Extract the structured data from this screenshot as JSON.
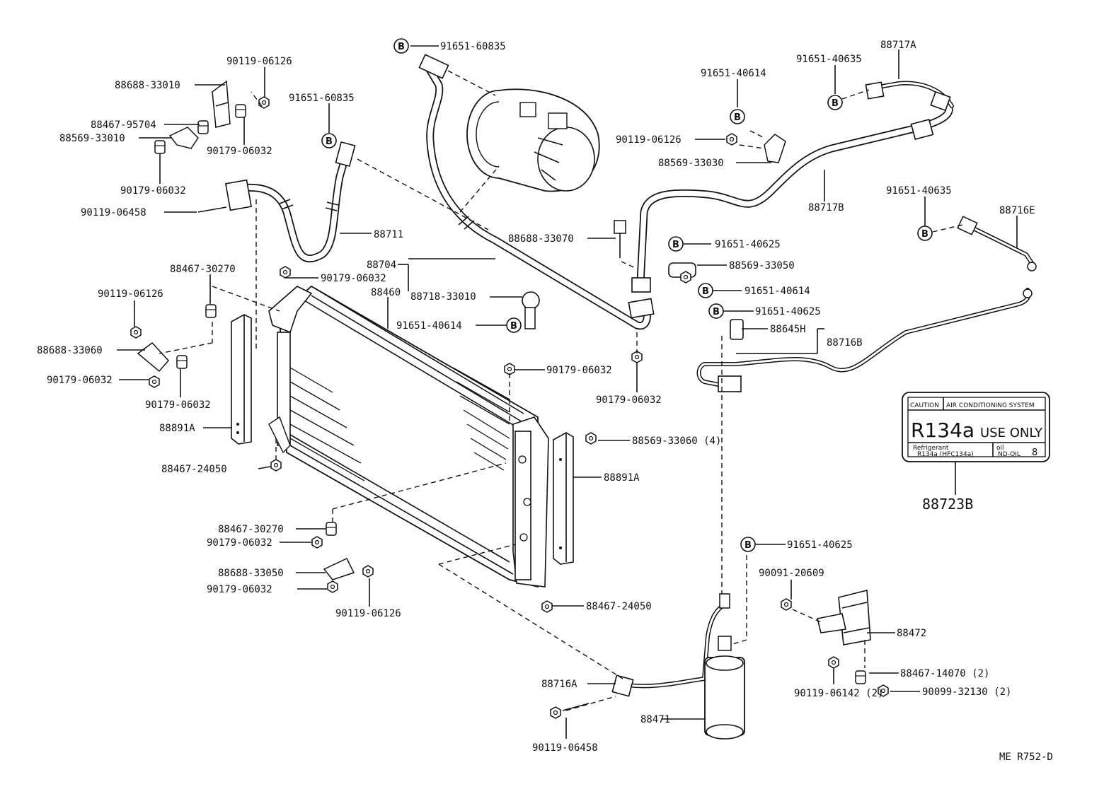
{
  "diagram_id": "ME R752-D",
  "marker_letter": "B",
  "labels": {
    "p91651_60835_top": "91651-60835",
    "p91651_60835_left": "91651-60835",
    "p90119_06126_tl": "90119-06126",
    "p88688_33010": "88688-33010",
    "p88467_95704": "88467-95704",
    "p88569_33010": "88569-33010",
    "p90179_06032_a": "90179-06032",
    "p90179_06032_b": "90179-06032",
    "p90119_06458_top": "90119-06458",
    "p88711": "88711",
    "p88467_30270_top": "88467-30270",
    "p90179_06032_c": "90179-06032",
    "p90119_06126_l": "90119-06126",
    "p88704": "88704",
    "p88460": "88460",
    "p88718_33010": "88718-33010",
    "p91651_40614_mid": "91651-40614",
    "p88688_33060": "88688-33060",
    "p90179_06032_d": "90179-06032",
    "p90179_06032_e": "90179-06032",
    "p88891a_left": "88891A",
    "p88467_24050_left": "88467-24050",
    "p90179_06032_f": "90179-06032",
    "p90179_06032_g": "90179-06032",
    "p88569_33060": "88569-33060 (4)",
    "p88891a_right": "88891A",
    "p88467_30270_bot": "88467-30270",
    "p90179_06032_h": "90179-06032",
    "p88688_33050": "88688-33050",
    "p90179_06032_i": "90179-06032",
    "p90119_06126_bot": "90119-06126",
    "p88467_24050_bot": "88467-24050",
    "p88688_33070": "88688-33070",
    "p91651_40614_top": "91651-40614",
    "p90119_06126_r": "90119-06126",
    "p88569_33030": "88569-33030",
    "p91651_40635_a": "91651-40635",
    "p88717a": "88717A",
    "p88717b": "88717B",
    "p91651_40635_b": "91651-40635",
    "p88716e": "88716E",
    "p91651_40625_a": "91651-40625",
    "p88569_33050": "88569-33050",
    "p91651_40614_r": "91651-40614",
    "p91651_40625_b": "91651-40625",
    "p88645h": "88645H",
    "p88716b": "88716B",
    "p88723b": "88723B",
    "p91651_40625_c": "91651-40625",
    "p90091_20609": "90091-20609",
    "p88472": "88472",
    "p88467_14070": "88467-14070 (2)",
    "p90099_32130": "90099-32130 (2)",
    "p90119_06142": "90119-06142 (2)",
    "p88716a": "88716A",
    "p88471": "88471",
    "p90119_06458_bot": "90119-06458"
  },
  "caution_label": {
    "caution": "CAUTION",
    "system": "AIR CONDITIONING SYSTEM",
    "main": "R134a",
    "use_only": "USE ONLY",
    "refrigerant": "Refrigerant",
    "refrigerant_type": "R134a (HFC134a)",
    "oil": "oil",
    "oil_type": "ND-OIL",
    "oil_number": "8"
  }
}
